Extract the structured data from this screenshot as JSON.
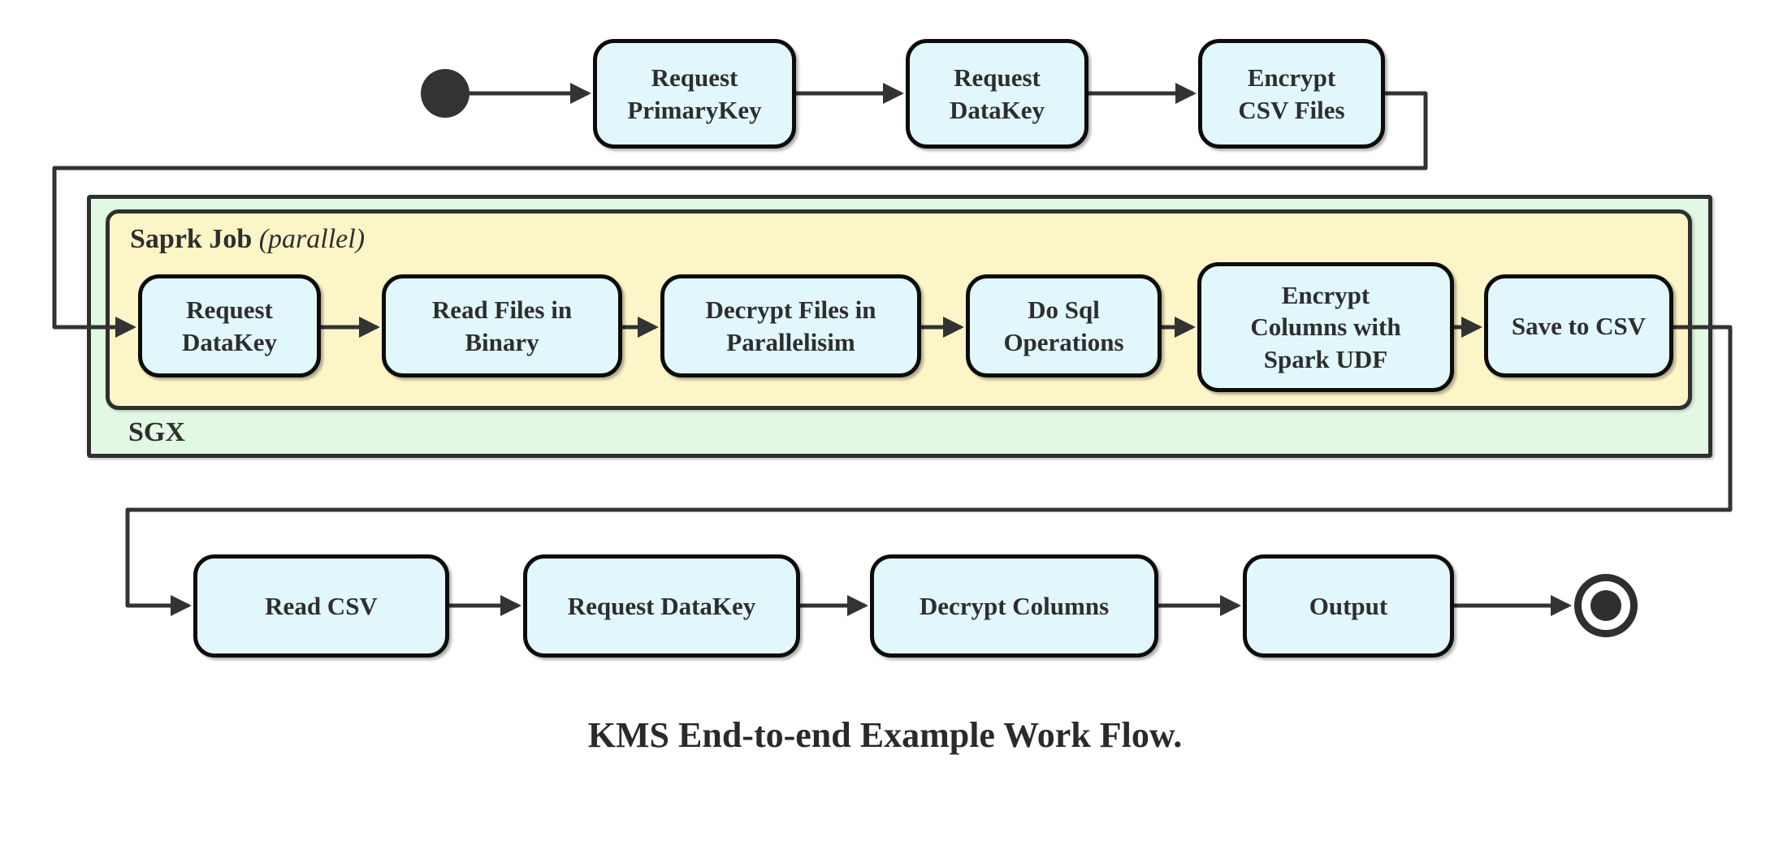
{
  "diagram": {
    "caption": "KMS End-to-end Example Work Flow.",
    "colors": {
      "node_fill": "#e2f7fb",
      "node_border": "#0c0c0c",
      "spark_fill": "#fcf5c7",
      "sgx_fill": "#e1f8e3",
      "container_border": "#2f2f2f",
      "connector": "#333333",
      "text": "#2e2e2e"
    },
    "icons": {
      "start": "initial-state-dot",
      "end": "final-state-double-circle"
    },
    "containers": {
      "sgx": {
        "label": "SGX"
      },
      "spark_job": {
        "label": "Saprk Job",
        "annotation": "(parallel)"
      }
    },
    "top_row": [
      {
        "id": "request-primarykey",
        "label": "Request\nPrimaryKey"
      },
      {
        "id": "request-datakey-top",
        "label": "Request\nDataKey"
      },
      {
        "id": "encrypt-csv-files",
        "label": "Encrypt\nCSV Files"
      }
    ],
    "spark_row": [
      {
        "id": "request-datakey-sgx",
        "label": "Request\nDataKey"
      },
      {
        "id": "read-files-in-binary",
        "label": "Read Files in\nBinary"
      },
      {
        "id": "decrypt-files-in-parallelisim",
        "label": "Decrypt Files in\nParallelisim"
      },
      {
        "id": "do-sql-operations",
        "label": "Do Sql\nOperations"
      },
      {
        "id": "encrypt-columns-with-spark-udf",
        "label": "Encrypt\nColumns with\nSpark UDF"
      },
      {
        "id": "save-to-csv",
        "label": "Save to CSV"
      }
    ],
    "bottom_row": [
      {
        "id": "read-csv",
        "label": "Read CSV"
      },
      {
        "id": "request-datakey-bottom",
        "label": "Request DataKey"
      },
      {
        "id": "decrypt-columns",
        "label": "Decrypt Columns"
      },
      {
        "id": "output",
        "label": "Output"
      }
    ]
  }
}
